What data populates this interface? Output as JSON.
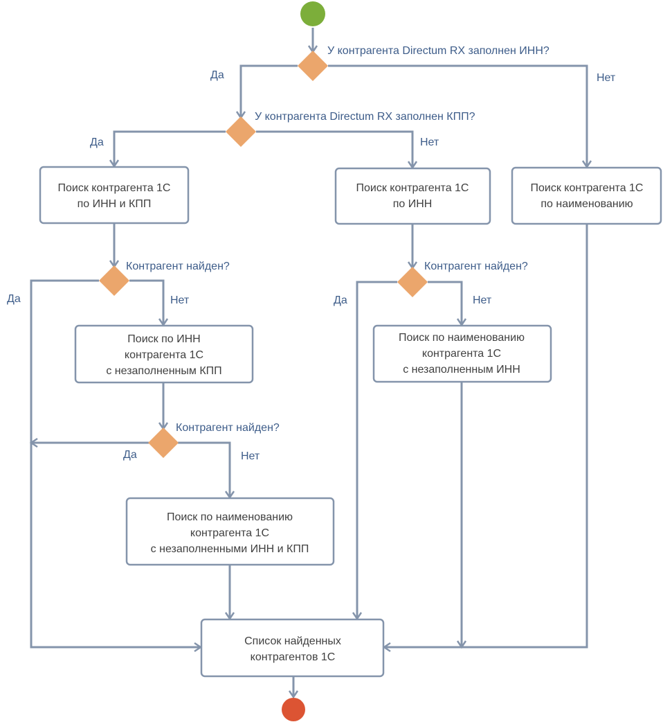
{
  "colors": {
    "start": "#7cae3a",
    "end": "#dc5433",
    "decision": "#eba66c",
    "line": "#8494ab",
    "label": "#3d5c89",
    "box_text": "#404040"
  },
  "decisions": {
    "d1": "У контрагента Directum RX заполнен ИНН?",
    "d2": "У контрагента Directum RX заполнен КПП?",
    "d3": "Контрагент найден?",
    "d4": "Контрагент найден?",
    "d5": "Контрагент найден?"
  },
  "boxes": {
    "b1": [
      "Поиск контрагента 1С",
      "по ИНН и КПП"
    ],
    "b2": [
      "Поиск контрагента 1С",
      "по ИНН"
    ],
    "b3": [
      "Поиск контрагента 1С",
      "по наименованию"
    ],
    "b4": [
      "Поиск по ИНН",
      "контрагента 1С",
      "с незаполненным КПП"
    ],
    "b5": [
      "Поиск по наименованию",
      "контрагента 1С",
      "с незаполненным ИНН"
    ],
    "b6": [
      "Поиск по наименованию",
      "контрагента 1С",
      "с незаполненными ИНН и КПП"
    ],
    "b7": [
      "Список найденных",
      "контрагентов 1С"
    ]
  },
  "labels": {
    "d1_yes": "Да",
    "d1_no": "Нет",
    "d2_yes": "Да",
    "d2_no": "Нет",
    "d3_yes": "Да",
    "d3_no": "Нет",
    "d4_yes": "Да",
    "d4_no": "Нет",
    "d5_yes": "Да",
    "d5_no": "Нет"
  }
}
